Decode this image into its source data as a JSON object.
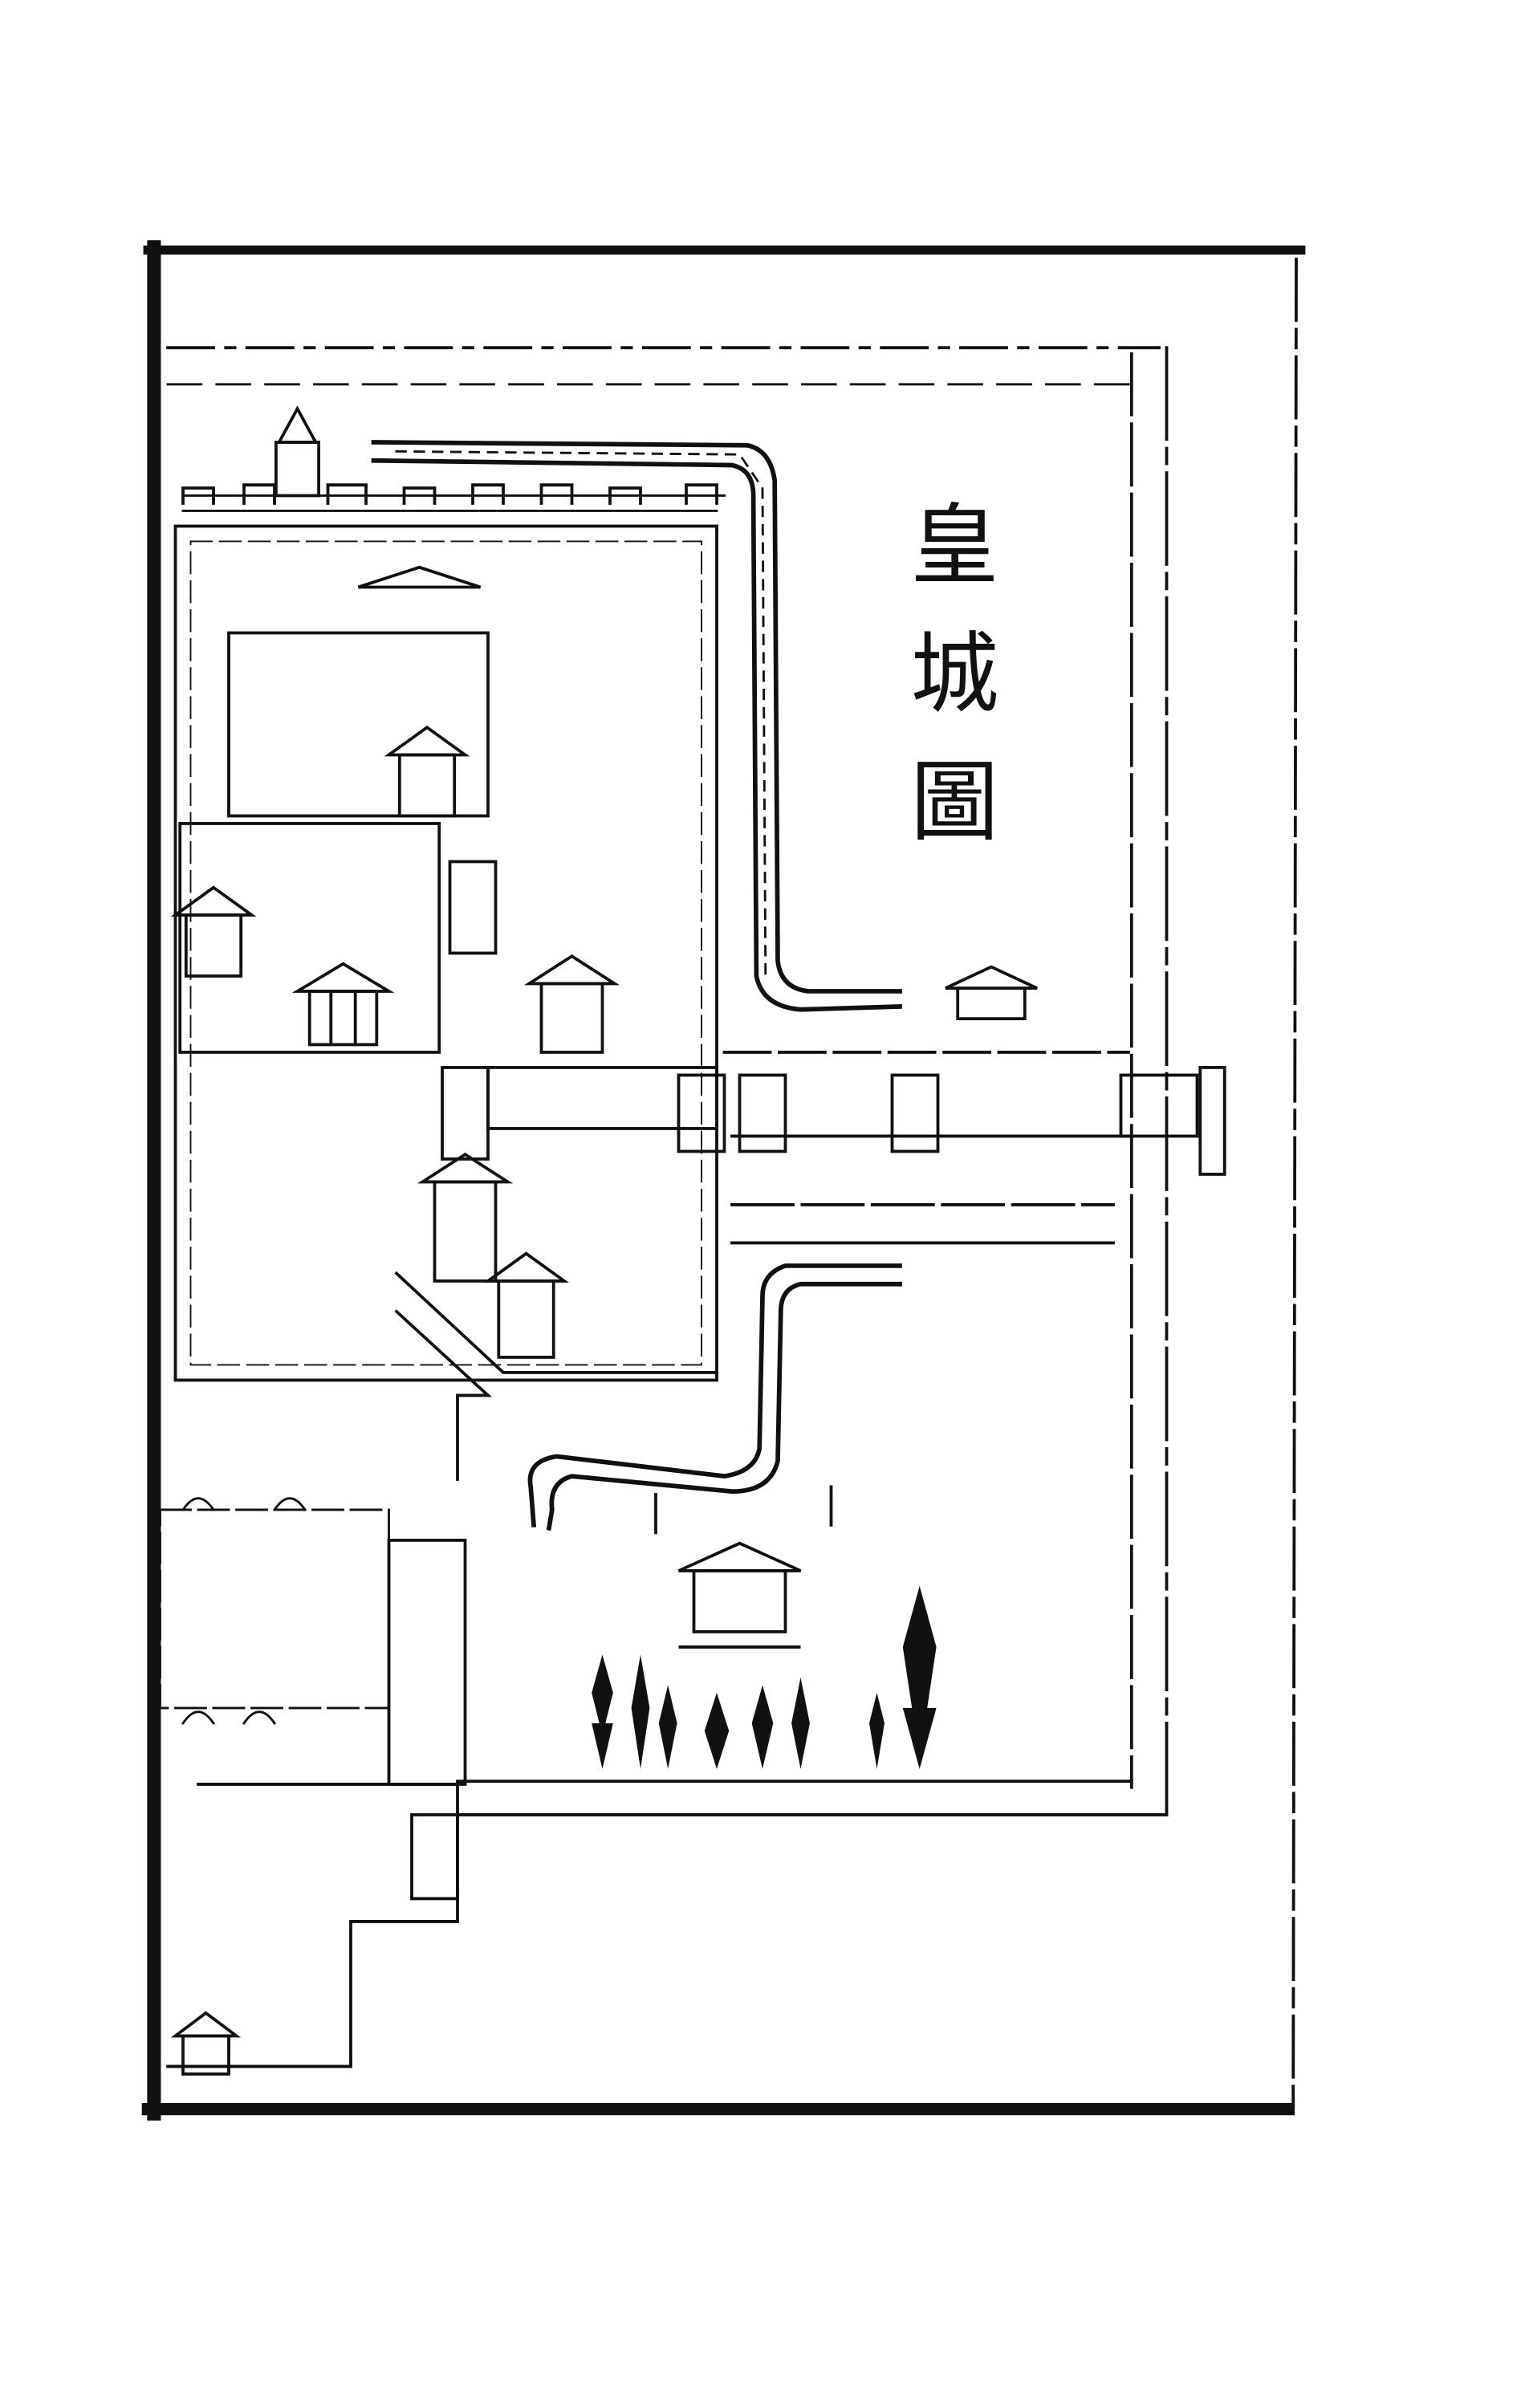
{
  "map": {
    "title_chars": [
      "皇",
      "城",
      "圖"
    ],
    "title": "皇城圖",
    "ink_color": "#111111",
    "paper_color": "#ffffff"
  }
}
